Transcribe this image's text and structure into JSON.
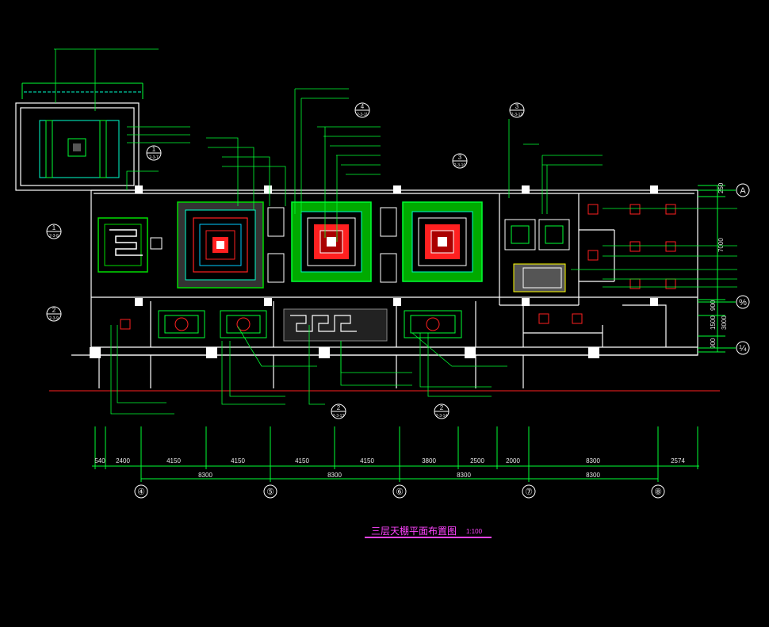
{
  "drawing": {
    "title": "三层天棚平面布置图",
    "scale": "1:100",
    "colors": {
      "background": "#000000",
      "wall": "#ffffff",
      "dimension": "#00ff33",
      "ceiling_red": "#ff2020",
      "ceiling_green": "#00dd00",
      "annotation": "#00ff33",
      "section_line": "#ff2020",
      "title": "#ff44ff",
      "accent": "#00ffff"
    }
  },
  "bottom_dimensions": {
    "segments": [
      "540",
      "2400",
      "4150",
      "4150",
      "4150",
      "4150",
      "3800",
      "2500",
      "2000",
      "8300",
      "2574"
    ],
    "totals": [
      "8300",
      "8300",
      "8300",
      "8300"
    ]
  },
  "grid_axes": {
    "vertical": [
      "④",
      "⑤",
      "⑥",
      "⑦",
      "⑧"
    ],
    "horizontal": [
      "A",
      "%",
      "¼"
    ]
  },
  "right_dimensions": [
    "250",
    "7000",
    "900",
    "1500",
    "3000",
    "900"
  ],
  "section_markers": [
    {
      "num": "1",
      "ref": "2-3-8"
    },
    {
      "num": "2",
      "ref": "2-3-9"
    },
    {
      "num": "3",
      "ref": "2-3-10"
    },
    {
      "num": "4",
      "ref": "2-3-11"
    },
    {
      "num": "1",
      "ref": "2-3-7"
    },
    {
      "num": "3",
      "ref": "2-3-12"
    },
    {
      "num": "2",
      "ref": "2-3-13"
    },
    {
      "num": "2",
      "ref": "2-3-14"
    }
  ]
}
